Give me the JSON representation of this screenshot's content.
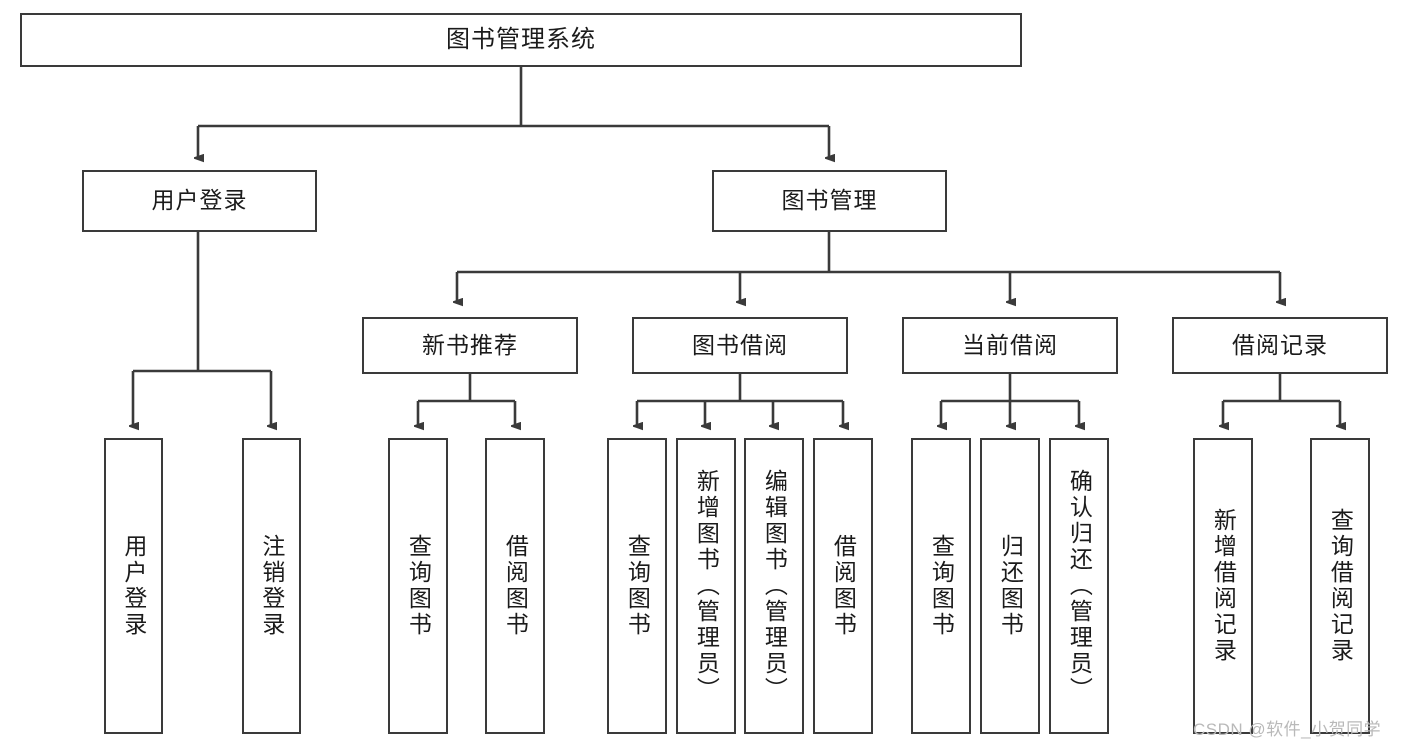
{
  "diagram": {
    "title": "图书管理系统",
    "type": "hierarchy-tree",
    "orientation": "top-down",
    "colors": {
      "box_border": "#3a3a3a",
      "box_fill": "#ffffff",
      "connector": "#3a3a3a",
      "text": "#1b1b1b",
      "watermark": "#b9b9b9",
      "background": "#ffffff"
    },
    "nodes": {
      "root": {
        "label": "图书管理系统"
      },
      "level1": [
        {
          "id": "user-login",
          "label": "用户登录"
        },
        {
          "id": "book-management",
          "label": "图书管理"
        }
      ],
      "level2": [
        {
          "id": "new-book-recommend",
          "label": "新书推荐"
        },
        {
          "id": "book-borrow",
          "label": "图书借阅"
        },
        {
          "id": "current-borrow",
          "label": "当前借阅"
        },
        {
          "id": "borrow-record",
          "label": "借阅记录"
        }
      ],
      "leaves": [
        {
          "id": "leaf-user-login",
          "label": "用户登录",
          "parent": "user-login"
        },
        {
          "id": "leaf-logout-login",
          "label": "注销登录",
          "parent": "user-login"
        },
        {
          "id": "leaf-query-book-1",
          "label": "查询图书",
          "parent": "new-book-recommend"
        },
        {
          "id": "leaf-borrow-book-1",
          "label": "借阅图书",
          "parent": "new-book-recommend"
        },
        {
          "id": "leaf-query-book-2",
          "label": "查询图书",
          "parent": "book-borrow"
        },
        {
          "id": "leaf-add-book",
          "label": "新增图书（管理员）",
          "parent": "book-borrow"
        },
        {
          "id": "leaf-edit-book",
          "label": "编辑图书（管理员）",
          "parent": "book-borrow"
        },
        {
          "id": "leaf-borrow-book-2",
          "label": "借阅图书",
          "parent": "book-borrow"
        },
        {
          "id": "leaf-query-book-3",
          "label": "查询图书",
          "parent": "current-borrow"
        },
        {
          "id": "leaf-return-book",
          "label": "归还图书",
          "parent": "current-borrow"
        },
        {
          "id": "leaf-confirm-return",
          "label": "确认归还（管理员）",
          "parent": "current-borrow"
        },
        {
          "id": "leaf-add-record",
          "label": "新增借阅记录",
          "parent": "borrow-record"
        },
        {
          "id": "leaf-query-record",
          "label": "查询借阅记录",
          "parent": "borrow-record"
        }
      ]
    }
  },
  "watermark": {
    "text": "CSDN @软件_小贺同学"
  }
}
